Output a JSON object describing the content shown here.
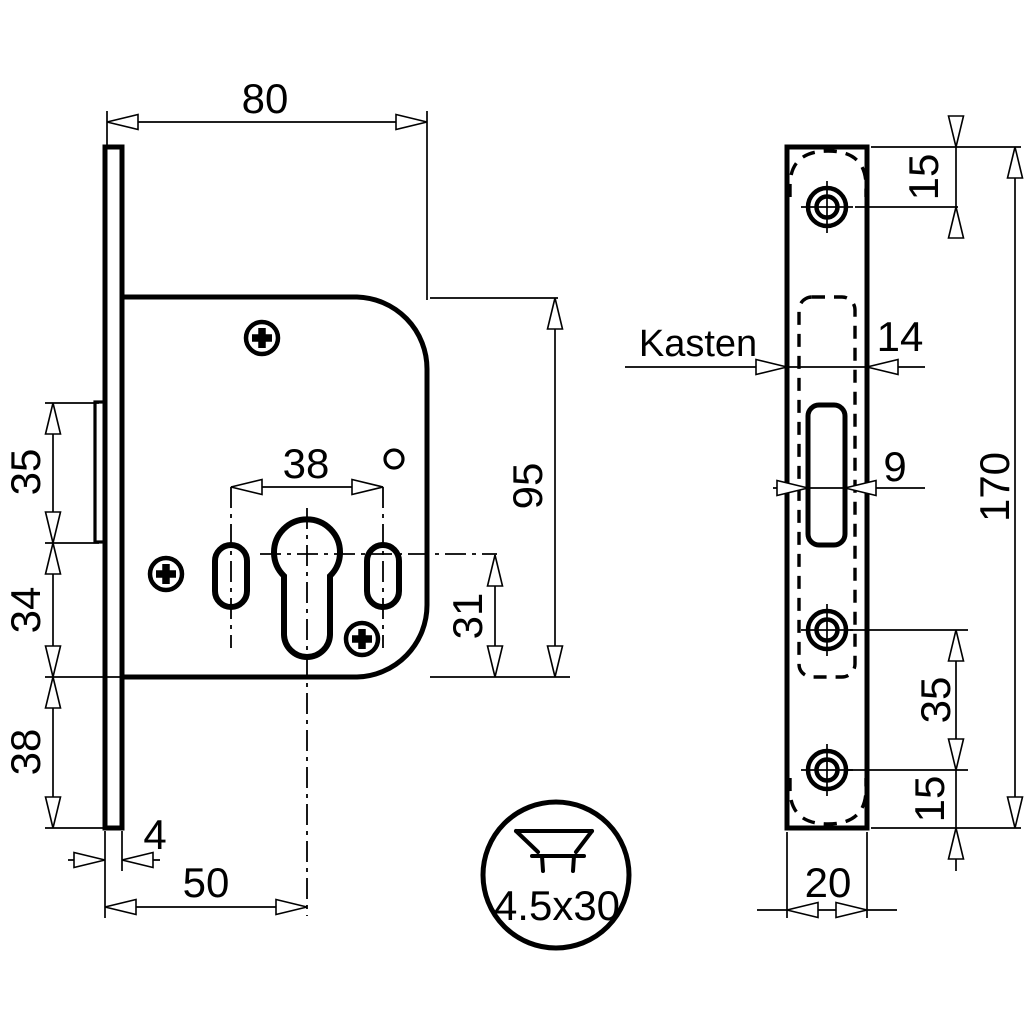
{
  "drawing": {
    "body_view": {
      "width": "80",
      "height": "95",
      "latch_section": "35",
      "mid_section": "34",
      "lower_section": "38",
      "plate_thickness": "4",
      "backset": "50",
      "hole_spacing": "38",
      "cylinder_to_bottom": "31"
    },
    "faceplate_view": {
      "case_label": "Kasten",
      "case_width": "14",
      "bolt_slot_width": "9",
      "plate_length": "170",
      "screw_top_offset": "15",
      "screw_spacing": "35",
      "screw_bottom_offset": "15",
      "plate_width": "20"
    },
    "screw_badge": {
      "spec": "4.5x30"
    }
  }
}
